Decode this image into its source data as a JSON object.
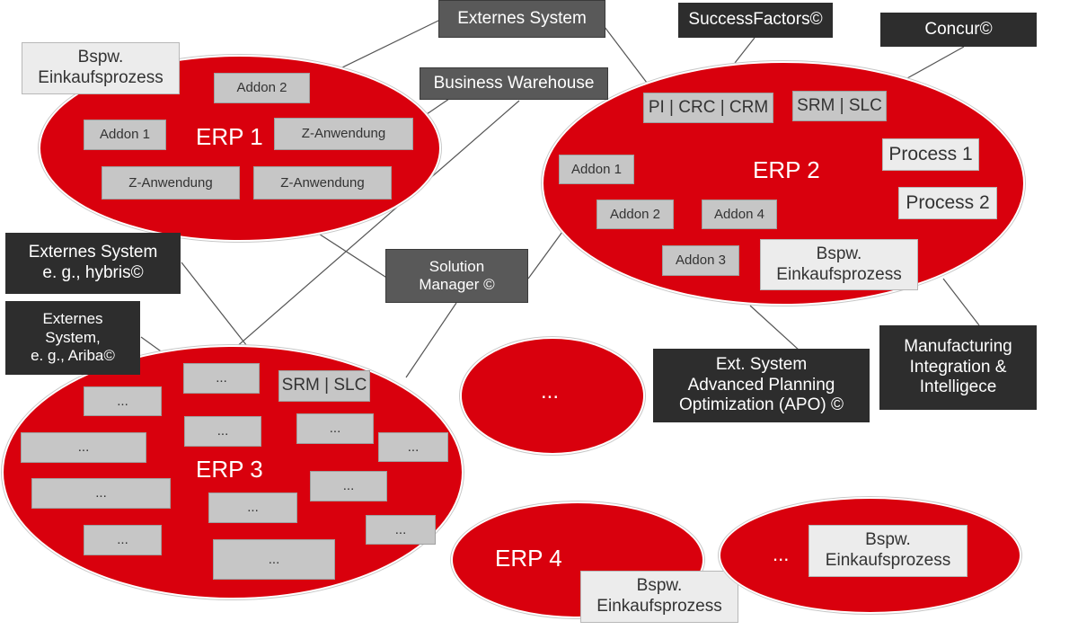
{
  "colors": {
    "erp_fill": "#d9000d",
    "dark_box": "#2d2d2d",
    "mid_box": "#595959",
    "grey_box": "#c6c6c6",
    "light_box": "#ececec",
    "connector": "#555555"
  },
  "erp1": {
    "label": "ERP 1",
    "addon_2": "Addon 2",
    "addon_1": "Addon 1",
    "z_anwendung_1": "Z-Anwendung",
    "z_anwendung_2": "Z-Anwendung",
    "z_anwendung_3": "Z-Anwendung"
  },
  "erp2": {
    "label": "ERP 2",
    "pi_crc_crm": "PI | CRC | CRM",
    "srm_slc": "SRM | SLC",
    "process_1": "Process 1",
    "process_2": "Process 2",
    "addon_1": "Addon 1",
    "addon_2": "Addon 2",
    "addon_3": "Addon 3",
    "addon_4": "Addon 4",
    "einkauf_line1": "Bspw.",
    "einkauf_line2": "Einkaufsprozess"
  },
  "erp3": {
    "label": "ERP 3",
    "srm_slc": "SRM | SLC",
    "ellipsis": "..."
  },
  "erp4": {
    "label": "ERP 4",
    "einkauf_line1": "Bspw.",
    "einkauf_line2": "Einkaufsprozess"
  },
  "middle_ellipse": {
    "label": "..."
  },
  "right_ellipse": {
    "label": "...",
    "einkauf_line1": "Bspw.",
    "einkauf_line2": "Einkaufsprozess"
  },
  "top_left_process": {
    "line1": "Bspw.",
    "line2": "Einkaufsprozess"
  },
  "external": {
    "externes_system": "Externes System",
    "business_warehouse": "Business Warehouse",
    "successfactors": "SuccessFactors©",
    "concur": "Concur©",
    "hybris_line1": "Externes System",
    "hybris_line2": "e. g., hybris©",
    "ariba_line1": "Externes",
    "ariba_line2": "System,",
    "ariba_line3": "e. g., Ariba©",
    "solman_line1": "Solution",
    "solman_line2": "Manager ©",
    "apo_line1": "Ext. System",
    "apo_line2": "Advanced Planning",
    "apo_line3": "Optimization (APO) ©",
    "mii_line1": "Manufacturing",
    "mii_line2": "Integration &",
    "mii_line3": "Intelligece"
  }
}
